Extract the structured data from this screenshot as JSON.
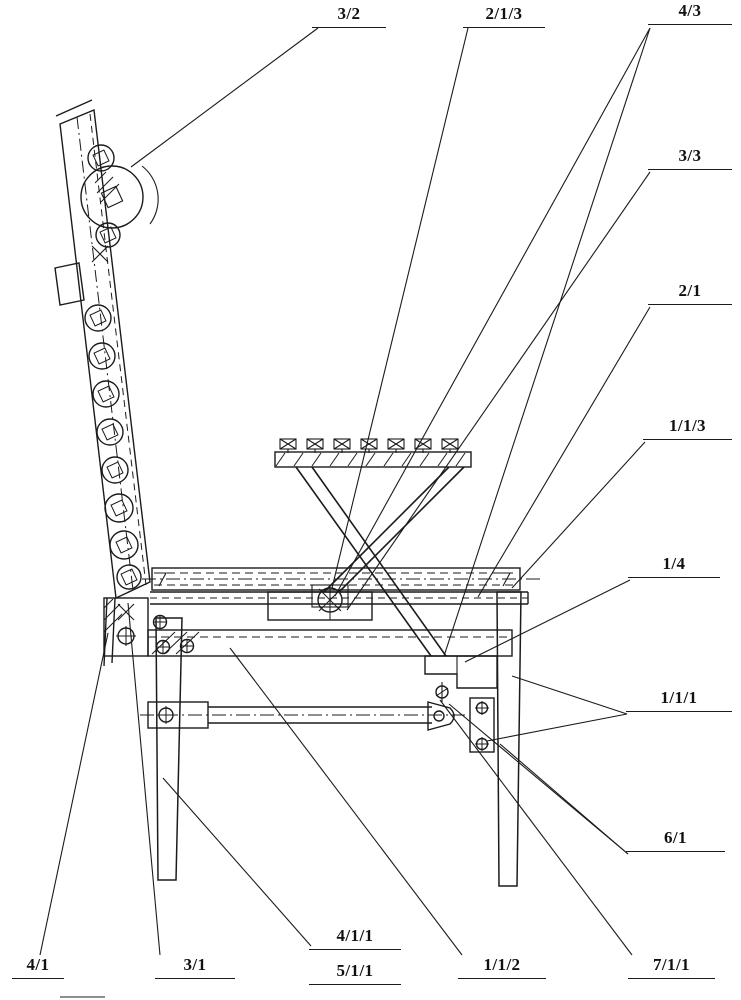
{
  "page": {
    "background": "#ffffff",
    "ink": "#1b1b1b",
    "description": "Patent-style side elevation line drawing of an adjustable seat / chair mechanism with an inclined spring-loaded backrest, horizontal seat frame, bolted rail, actuator rod and legs, annotated with numbered part reference callouts"
  },
  "figure": {
    "labels": [
      {
        "id": "3/2",
        "text": "3/2"
      },
      {
        "id": "2/1/3",
        "text": "2/1/3"
      },
      {
        "id": "4/3",
        "text": "4/3"
      },
      {
        "id": "3/3",
        "text": "3/3"
      },
      {
        "id": "2/1",
        "text": "2/1"
      },
      {
        "id": "1/1/3",
        "text": "1/1/3"
      },
      {
        "id": "1/4",
        "text": "1/4"
      },
      {
        "id": "1/1/1",
        "text": "1/1/1"
      },
      {
        "id": "6/1",
        "text": "6/1"
      },
      {
        "id": "4/1",
        "text": "4/1"
      },
      {
        "id": "3/1",
        "text": "3/1"
      },
      {
        "id": "4/1/1",
        "text": "4/1/1"
      },
      {
        "id": "5/1/1",
        "text": "5/1/1"
      },
      {
        "id": "1/1/2",
        "text": "1/1/2"
      },
      {
        "id": "7/1/1",
        "text": "7/1/1"
      }
    ]
  }
}
